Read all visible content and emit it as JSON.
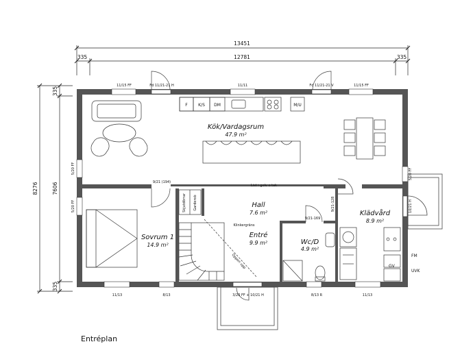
{
  "caption": "Entréplan",
  "dimensions": {
    "top_total": "13451",
    "top_inner": "12781",
    "top_left_offset": "335",
    "top_right_offset": "335",
    "left_total": "8276",
    "left_inner": "7606",
    "left_top_offset": "335",
    "left_bottom_offset": "335"
  },
  "rooms": {
    "kok": {
      "name": "Kök/Vardagsrum",
      "area": "47.9 m²"
    },
    "hall": {
      "name": "Hall",
      "area": "7.6 m²"
    },
    "entre": {
      "name": "Entré",
      "area": "9.9 m²"
    },
    "sovrum": {
      "name": "Sovrum 1",
      "area": "14.9 m²"
    },
    "wc": {
      "name": "Wc/D",
      "area": "4.9 m²"
    },
    "kladvard": {
      "name": "Klädvård",
      "area": "8.9 m²"
    }
  },
  "window_labels": {
    "top1": "11/15 FF",
    "top2": "Fd 11/21-21 H",
    "top3": "11/11",
    "top4": "Fd 11/21-21 V",
    "top5": "11/15 FF",
    "bot1": "11/13",
    "bot2": "8/13",
    "bot3": "3/20 FF + 10/21 H",
    "bot4": "8/13 R",
    "bot5": "11/13",
    "left1": "5/20 FF",
    "left2": "5/20 FF",
    "right1": "5/20 FF",
    "right2": "10/21 H",
    "door1": "9/21 (194)",
    "door2": "9/21-169",
    "door3": "9/21-128"
  },
  "fixtures": {
    "f": "F",
    "ks": "K/S",
    "dm": "DM",
    "mu": "M/U",
    "fm": "FM",
    "gv": "GV",
    "uvk": "UVK"
  },
  "notes": {
    "list": "List i golv o tak",
    "klinker": "Klinkergräns",
    "oppen_upp": "Öppen upp",
    "garderob": "Garderob",
    "skjutdorrar": "Skjutdörrar"
  }
}
